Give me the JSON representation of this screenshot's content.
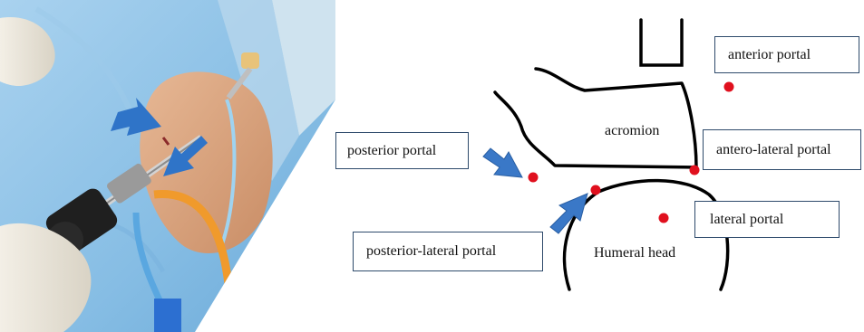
{
  "labels": {
    "anterior_portal": "anterior portal",
    "posterior_portal": "posterior portal",
    "antero_lateral_portal": "antero-lateral portal",
    "lateral_portal": "lateral portal",
    "posterior_lateral_portal": "posterior-lateral portal",
    "acromion": "acromion",
    "humeral_head": "Humeral head"
  },
  "colors": {
    "portal_dot": "#e0101e",
    "arrow": "#3a78c7",
    "box_border": "#2e4a6b",
    "drape": "#8fc1e6",
    "skin": "#d9a47e"
  },
  "icons": [
    "portal-dot",
    "pointer-arrow",
    "arthroscope"
  ]
}
